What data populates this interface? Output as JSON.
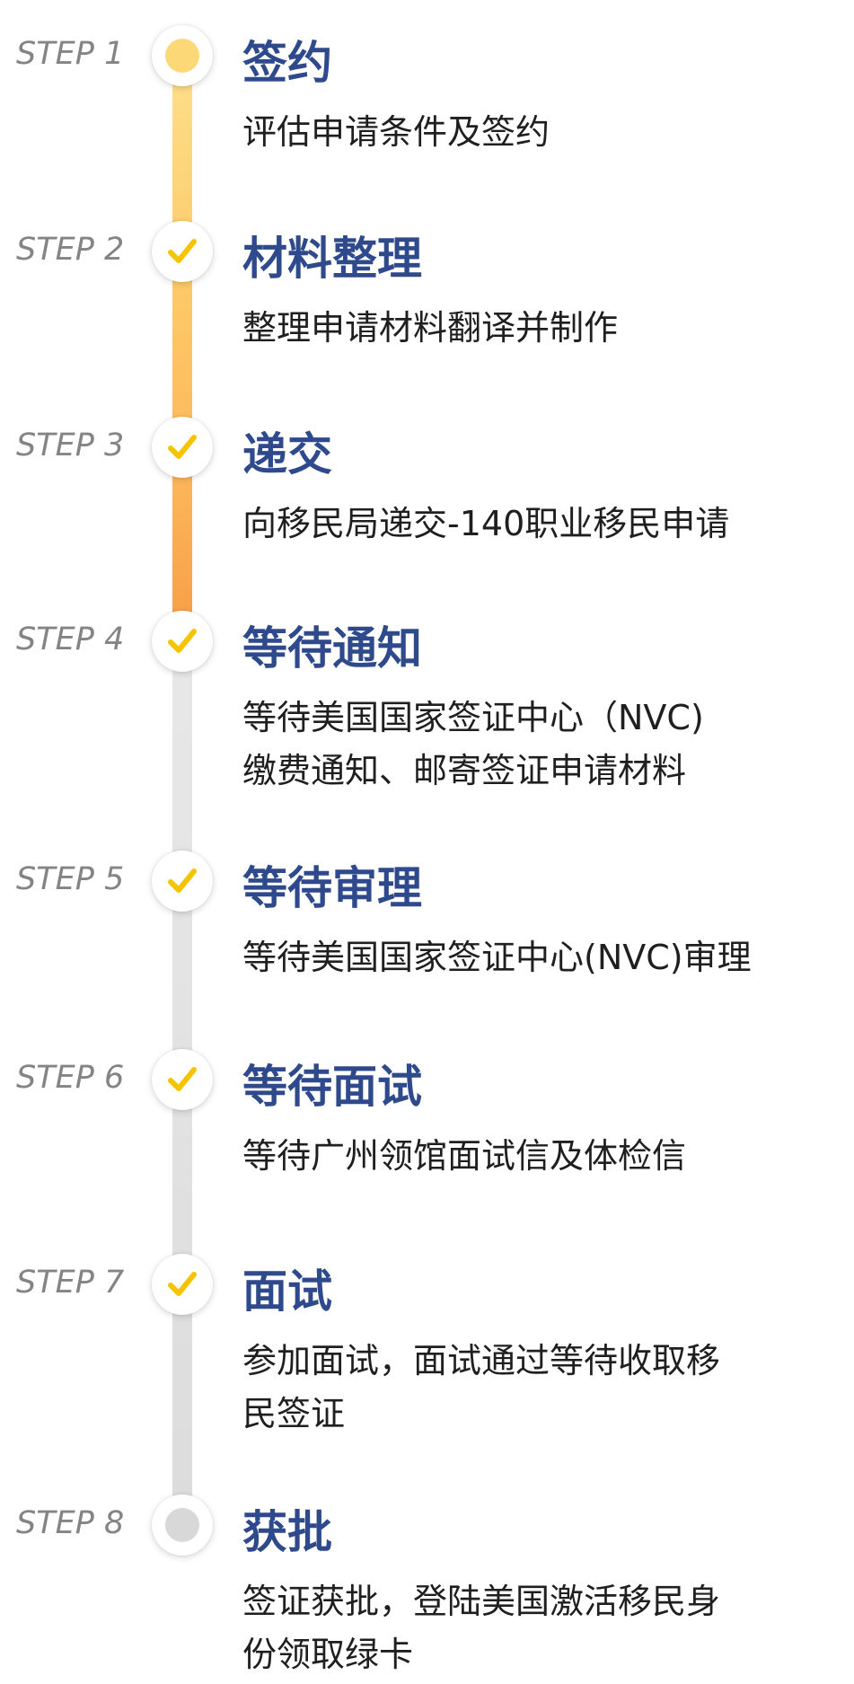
{
  "colors": {
    "title": "#2f4a8c",
    "step_label": "#848484",
    "description": "#1f1f1f",
    "progress_start": "#fde08e",
    "progress_end": "#f08a3c",
    "check": "#f5c400",
    "pending": "#d8d8d8"
  },
  "steps": [
    {
      "label": "STEP 1",
      "title": "签约",
      "desc_lines": [
        "评估申请条件及签约"
      ],
      "status": "current",
      "icon": "yellow-dot-icon"
    },
    {
      "label": "STEP 2",
      "title": "材料整理",
      "desc_lines": [
        "整理申请材料翻译并制作"
      ],
      "status": "done",
      "icon": "check-icon"
    },
    {
      "label": "STEP 3",
      "title": "递交",
      "desc_lines": [
        "向移民局递交-140职业移民申请"
      ],
      "status": "done",
      "icon": "check-icon"
    },
    {
      "label": "STEP 4",
      "title": "等待通知",
      "desc_lines": [
        "等待美国国家签证中心（NVC)",
        "缴费通知、邮寄签证申请材料"
      ],
      "status": "done",
      "icon": "check-icon"
    },
    {
      "label": "STEP 5",
      "title": "等待审理",
      "desc_lines": [
        "等待美国国家签证中心(NVC)审理"
      ],
      "status": "done",
      "icon": "check-icon"
    },
    {
      "label": "STEP 6",
      "title": "等待面试",
      "desc_lines": [
        "等待广州领馆面试信及体检信"
      ],
      "status": "done",
      "icon": "check-icon"
    },
    {
      "label": "STEP 7",
      "title": "面试",
      "desc_lines": [
        "参加面试，面试通过等待收取移",
        "民签证"
      ],
      "status": "done",
      "icon": "check-icon"
    },
    {
      "label": "STEP 8",
      "title": "获批",
      "desc_lines": [
        "签证获批，登陆美国激活移民身",
        "份领取绿卡"
      ],
      "status": "pending",
      "icon": "gray-dot-icon"
    }
  ]
}
